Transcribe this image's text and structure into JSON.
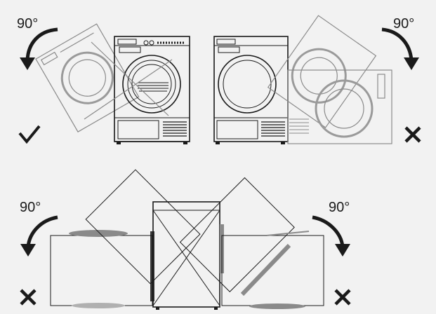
{
  "angles": {
    "top_left": "90°",
    "top_right": "90°",
    "bottom_left": "90°",
    "bottom_right": "90°"
  },
  "marks": {
    "top_left": "check",
    "top_right": "cross",
    "bottom_left": "cross",
    "bottom_right": "cross"
  },
  "colors": {
    "background": "#f2f2f2",
    "line": "#1a1a1a",
    "ghost": "#8a8a8a"
  }
}
